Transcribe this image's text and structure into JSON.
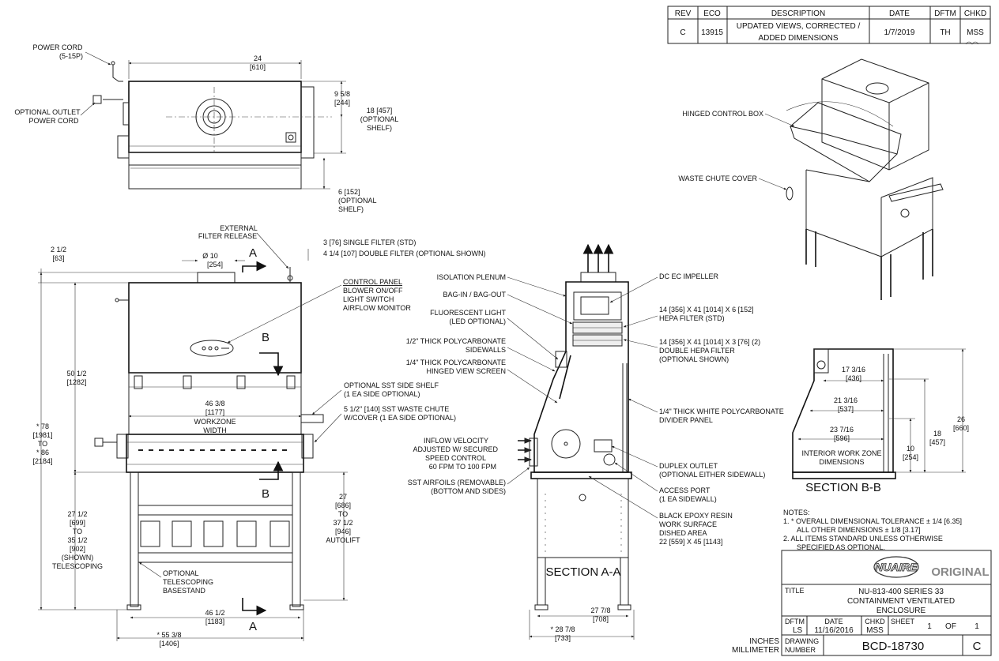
{
  "revision_block": {
    "headers": [
      "REV",
      "ECO",
      "DESCRIPTION",
      "DATE",
      "DFTM",
      "CHKD"
    ],
    "row": [
      "C",
      "13915",
      "UPDATED VIEWS, CORRECTED /",
      "1/7/2019",
      "TH",
      "MSS"
    ],
    "row_desc_line2": "ADDED DIMENSIONS"
  },
  "top_view": {
    "power_cord": "POWER CORD",
    "power_cord_type": "(5-15P)",
    "optional_outlet_1": "OPTIONAL OUTLET",
    "optional_outlet_2": "POWER CORD",
    "dim_width": "24",
    "dim_width_mm": "[610]",
    "dim_9_58": "9 5/8",
    "dim_9_58_mm": "[244]",
    "dim_18": "18 [457]",
    "dim_18_note1": "(OPTIONAL",
    "dim_18_note2": "SHELF)",
    "dim_6": "6 [152]",
    "dim_6_note1": "(OPTIONAL",
    "dim_6_note2": "SHELF)"
  },
  "front_view": {
    "external_filter_1": "EXTERNAL",
    "external_filter_2": "FILTER RELEASE",
    "dim_2_12": "2 1/2",
    "dim_2_12_mm": "[63]",
    "dim_dia": "Ø  10",
    "dim_dia_mm": "[254]",
    "section_a_top": "A",
    "single_filter": "3 [76] SINGLE FILTER (STD)",
    "double_filter": "4 1/4 [107] DOUBLE FILTER (OPTIONAL SHOWN)",
    "control_panel": "CONTROL PANEL",
    "blower": "BLOWER ON/OFF",
    "light_switch": "LIGHT SWITCH",
    "airflow_monitor": "AIRFLOW MONITOR",
    "section_b_top": "B",
    "dim_50_12": "50 1/2",
    "dim_50_12_mm": "[1282]",
    "dim_78_a": "* 78",
    "dim_78_b": "[1981]",
    "dim_78_c": "TO",
    "dim_78_d": "*  86",
    "dim_78_e": "[2184]",
    "side_shelf_1": "OPTIONAL SST SIDE SHELF",
    "side_shelf_2": "(1 EA SIDE OPTIONAL)",
    "dim_46_38": "46 3/8",
    "dim_46_38_mm": "[1177]",
    "workzone": "WORKZONE",
    "width": "WIDTH",
    "waste_chute_1": "5 1/2\" [140] SST WASTE CHUTE",
    "waste_chute_2": "W/COVER (1 EA SIDE OPTIONAL)",
    "section_b_bot": "B",
    "dim_27_12_a": "27 1/2",
    "dim_27_12_b": "[699]",
    "dim_27_12_c": "TO",
    "dim_27_12_d": "35 1/2",
    "dim_27_12_e": "[902]",
    "dim_27_12_f": "(SHOWN)",
    "dim_27_12_g": "TELESCOPING",
    "dim_27_a": "27",
    "dim_27_b": "[686]",
    "dim_27_c": "TO",
    "dim_27_d": "37 1/2",
    "dim_27_e": "[946]",
    "dim_27_f": "AUTOLIFT",
    "basestand_1": "OPTIONAL",
    "basestand_2": "TELESCOPING",
    "basestand_3": "BASESTAND",
    "dim_46_12": "46 1/2",
    "dim_46_12_mm": "[1183]",
    "section_a_bot": "A",
    "dim_55_38": "* 55 3/8",
    "dim_55_38_mm": "[1406]"
  },
  "section_aa": {
    "isolation_plenum": "ISOLATION PLENUM",
    "bag_in": "BAG-IN / BAG-OUT",
    "fluor_1": "FLUORESCENT LIGHT",
    "fluor_2": "(LED OPTIONAL)",
    "poly_side_1": "1/2\" THICK POLYCARBONATE",
    "poly_side_2": "SIDEWALLS",
    "poly_view_1": "1/4\" THICK POLYCARBONATE",
    "poly_view_2": "HINGED VIEW SCREEN",
    "inflow_1": "INFLOW VELOCITY",
    "inflow_2": "ADJUSTED W/ SECURED",
    "inflow_3": "SPEED CONTROL",
    "inflow_4": "60 FPM TO 100 FPM",
    "airfoils_1": "SST AIRFOILS (REMOVABLE)",
    "airfoils_2": "(BOTTOM AND SIDES)",
    "dc_ec": "DC EC IMPELLER",
    "hepa_1": "14 [356] X 41 [1014] X 6 [152]",
    "hepa_2": "HEPA FILTER (STD)",
    "dhepa_1": "14 [356] X 41 [1014] X 3 [76] (2)",
    "dhepa_2": "DOUBLE HEPA FILTER",
    "dhepa_3": "(OPTIONAL SHOWN)",
    "divider_1": "1/4\" THICK WHITE POLYCARBONATE",
    "divider_2": "DIVIDER PANEL",
    "duplex_1": "DUPLEX OUTLET",
    "duplex_2": "(OPTIONAL EITHER SIDEWALL)",
    "access_1": "ACCESS PORT",
    "access_2": "(1 EA SIDEWALL)",
    "epoxy_1": "BLACK EPOXY RESIN",
    "epoxy_2": "WORK SURFACE",
    "epoxy_3": "DISHED AREA",
    "epoxy_4": "22 [559] X 45 [1143]",
    "section_label": "SECTION A-A",
    "dim_27_78": "27 7/8",
    "dim_27_78_mm": "[708]",
    "dim_28_78": "* 28 7/8",
    "dim_28_78_mm": "[733]"
  },
  "iso_view": {
    "hinged_control": "HINGED CONTROL BOX",
    "waste_cover": "WASTE CHUTE COVER"
  },
  "section_bb": {
    "dim_17": "17 3/16",
    "dim_17_mm": "[436]",
    "dim_21": "21 3/16",
    "dim_21_mm": "[537]",
    "dim_23": "23 7/16",
    "dim_23_mm": "[596]",
    "dim_26": "26",
    "dim_26_mm": "[660]",
    "dim_18": "18",
    "dim_18_mm": "[457]",
    "dim_10": "10",
    "dim_10_mm": "[254]",
    "interior_1": "INTERIOR WORK ZONE",
    "interior_2": "DIMENSIONS",
    "section_label": "SECTION B-B"
  },
  "notes": {
    "title": "NOTES:",
    "n1": "1.  * OVERALL DIMENSIONAL TOLERANCE ± 1/4 [6.35]",
    "n1b": "ALL OTHER DIMENSIONS ± 1/8 [3.17]",
    "n2": "2.   ALL ITEMS STANDARD UNLESS OTHERWISE",
    "n2b": "SPECIFIED AS OPTIONAL."
  },
  "title_block": {
    "logo": "NUAIRE",
    "original": "ORIGINAL",
    "title_label": "TITLE",
    "title_1": "NU-813-400 SERIES 33",
    "title_2": "CONTAINMENT VENTILATED",
    "title_3": "ENCLOSURE",
    "dftm_label": "DFTM",
    "dftm": "LS",
    "date_label": "DATE",
    "date": "11/16/2016",
    "chkd_label": "CHKD",
    "chkd": "MSS",
    "sheet_label": "SHEET",
    "sheet_num": "1",
    "of": "OF",
    "sheet_total": "1",
    "units_1": "INCHES",
    "units_2": "MILLIMETER",
    "drawing_label_1": "DRAWING",
    "drawing_label_2": "NUMBER",
    "drawing_number": "BCD-18730",
    "rev": "C"
  }
}
